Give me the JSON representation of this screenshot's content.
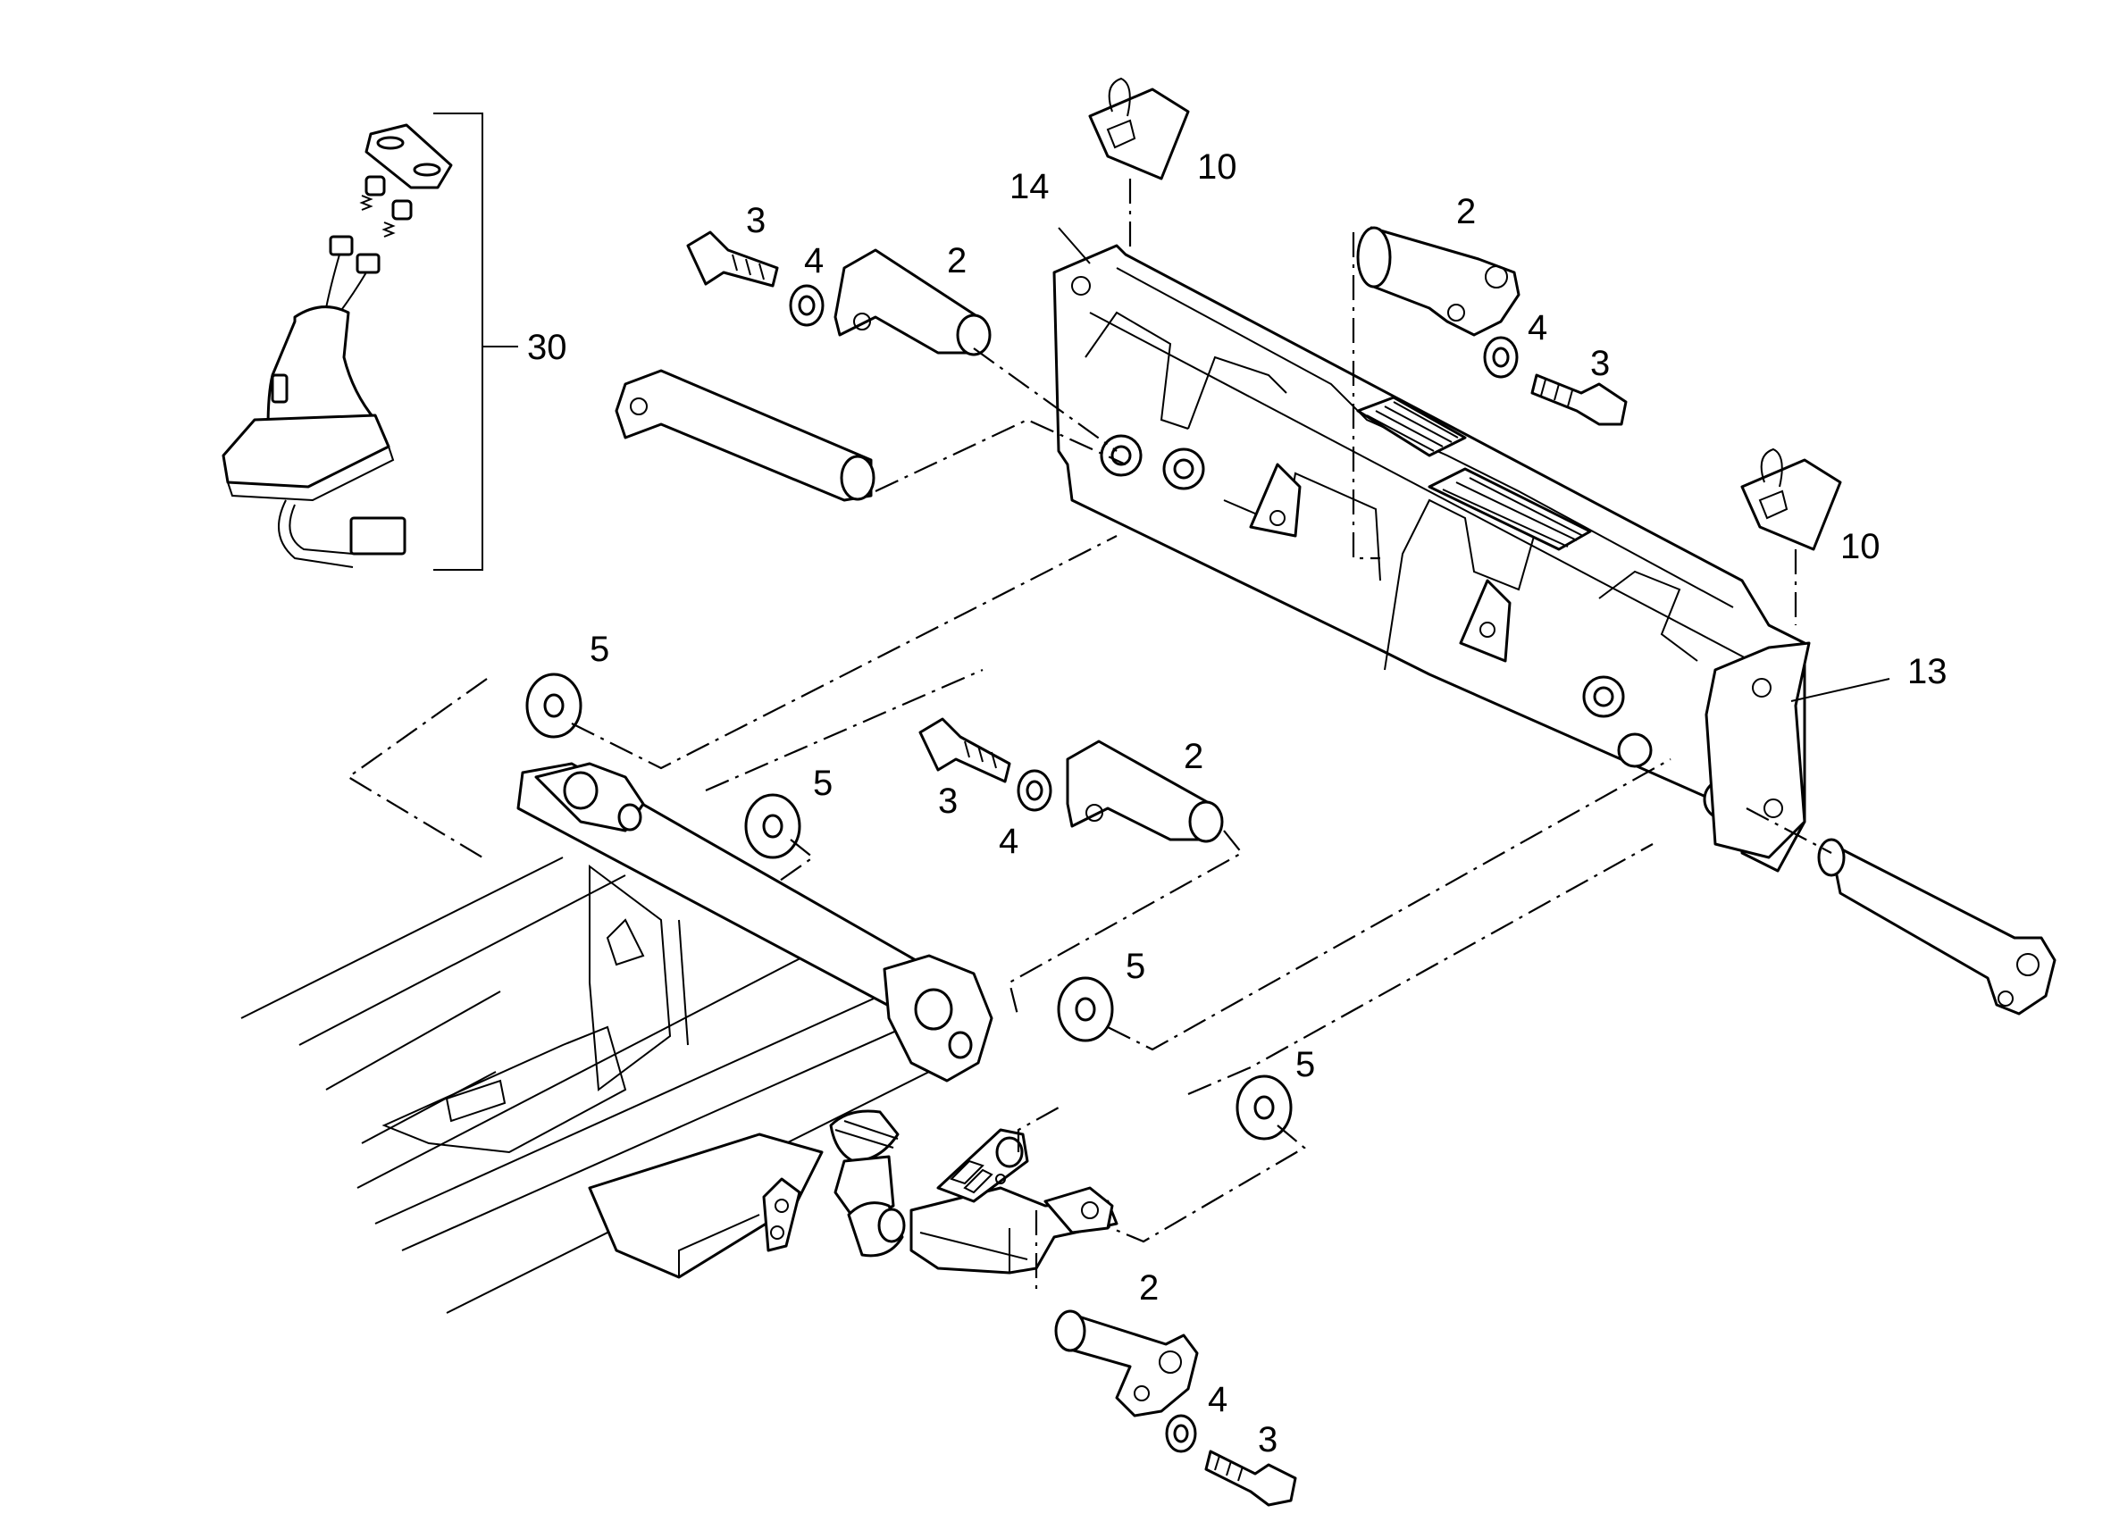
{
  "diagram": {
    "callouts": {
      "c30": "30",
      "c10a": "10",
      "c10b": "10",
      "c14": "14",
      "c13": "13",
      "c2a": "2",
      "c2b": "2",
      "c2c": "2",
      "c2d": "2",
      "c3a": "3",
      "c3b": "3",
      "c3c": "3",
      "c3d": "3",
      "c4a": "4",
      "c4b": "4",
      "c4c": "4",
      "c4d": "4",
      "c5a": "5",
      "c5b": "5",
      "c5c": "5",
      "c5d": "5"
    }
  },
  "colors": {
    "line": "#000000",
    "background": "#ffffff"
  }
}
